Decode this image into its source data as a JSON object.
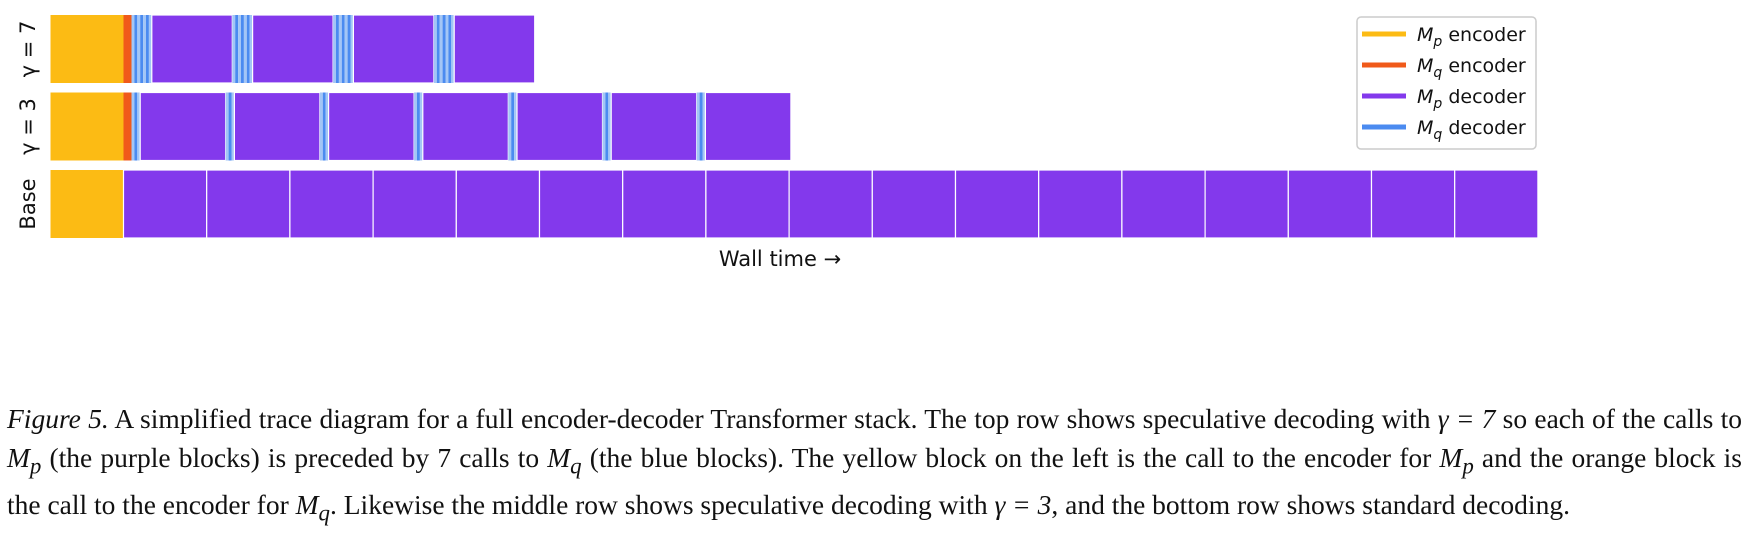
{
  "chart_data": {
    "type": "trace",
    "x_axis_label": "Wall time →",
    "rows": [
      {
        "label": "γ = 7",
        "gamma": 7,
        "sequence": [
          "Mp encoder",
          "Mq encoder",
          "Mq x7",
          "Mp",
          "Mq x7",
          "Mp",
          "Mq x7",
          "Mp",
          "Mq x7",
          "Mp"
        ]
      },
      {
        "label": "γ = 3",
        "gamma": 3,
        "sequence": [
          "Mp encoder",
          "Mq encoder",
          "Mq x3",
          "Mp",
          "Mq x3",
          "Mp",
          "Mq x3",
          "Mp",
          "Mq x3",
          "Mp",
          "Mq x3",
          "Mp",
          "Mq x3",
          "Mp",
          "Mq x3",
          "Mp"
        ]
      },
      {
        "label": "Base",
        "gamma": 0,
        "sequence": [
          "Mp encoder",
          "Mp x17"
        ]
      }
    ],
    "legend": {
      "position": "top-right",
      "entries": [
        {
          "sym": "M",
          "sub": "p",
          "text": "encoder",
          "color": "#fcbb14"
        },
        {
          "sym": "M",
          "sub": "q",
          "text": "encoder",
          "color": "#f05a1a"
        },
        {
          "sym": "M",
          "sub": "p",
          "text": "decoder",
          "color": "#8339ec"
        },
        {
          "sym": "M",
          "sub": "q",
          "text": "decoder",
          "color": "#4b8bf0"
        }
      ]
    },
    "colors": {
      "mp_encoder": "#fcbb14",
      "mq_encoder": "#f05a1a",
      "mp_decoder": "#8339ec",
      "mq_decoder": "#4b8bf0",
      "mq_decoder_light": "#a3c6f6"
    }
  },
  "caption": {
    "label": "Figure 5.",
    "p1": " A simplified trace diagram for a full encoder-decoder Transformer stack. The top row shows speculative decoding with ",
    "gamma1": "γ = 7",
    "p2": " so each of the calls to ",
    "mp1": "M",
    "mp1_sub": "p",
    "p3": " (the purple blocks) is preceded by 7 calls to ",
    "mq1": "M",
    "mq1_sub": "q",
    "p4": " (the blue blocks). The yellow block on the left is the call to the encoder for ",
    "mp2": "M",
    "mp2_sub": "p",
    "p5": " and the orange block is the call to the encoder for ",
    "mq2": "M",
    "mq2_sub": "q",
    "p6": ". Likewise the middle row shows speculative decoding with ",
    "gamma2": "γ = 3",
    "p7": ", and the bottom row shows standard decoding."
  }
}
